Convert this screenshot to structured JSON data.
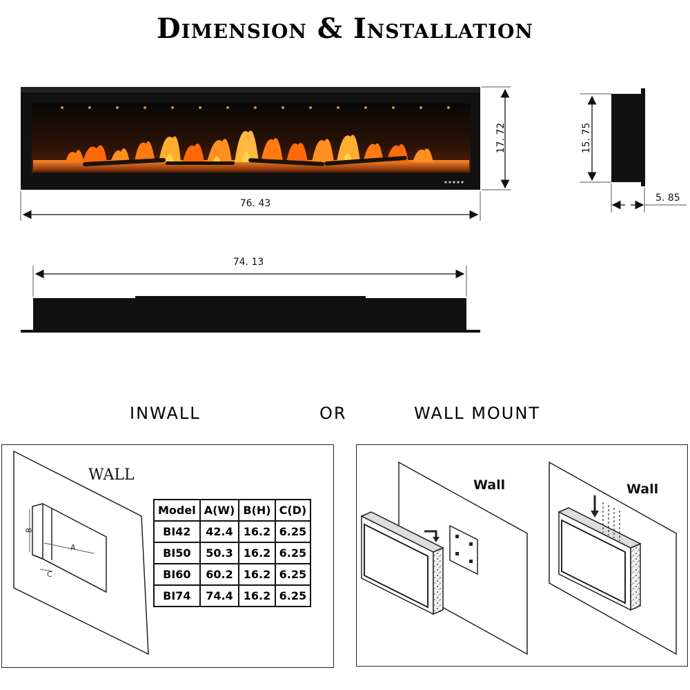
{
  "title": "Dimension & Installation",
  "dimensions": {
    "front_height": "17. 72",
    "front_width": "76. 43",
    "side_height": "15. 75",
    "side_depth": "5. 85",
    "top_width": "74. 13"
  },
  "install_options": {
    "inwall": "INWALL",
    "or": "OR",
    "wall_mount": "WALL MOUNT"
  },
  "inwall_diagram": {
    "wall_label": "WALL",
    "dim_a": "A",
    "dim_b": "B",
    "dim_c": "C"
  },
  "spec_table": {
    "headers": [
      "Model",
      "A(W)",
      "B(H)",
      "C(D)"
    ],
    "rows": [
      [
        "BI42",
        "42.4",
        "16.2",
        "6.25"
      ],
      [
        "BI50",
        "50.3",
        "16.2",
        "6.25"
      ],
      [
        "BI60",
        "60.2",
        "16.2",
        "6.25"
      ],
      [
        "BI74",
        "74.4",
        "16.2",
        "6.25"
      ]
    ]
  },
  "wall_mount_diagram": {
    "wall_label_1": "Wall",
    "wall_label_2": "Wall"
  },
  "colors": {
    "fireplace_body": "#111111",
    "flame_orange": "#ff7a10",
    "flame_yellow": "#ffd84a",
    "ember_red": "#c0300a"
  }
}
